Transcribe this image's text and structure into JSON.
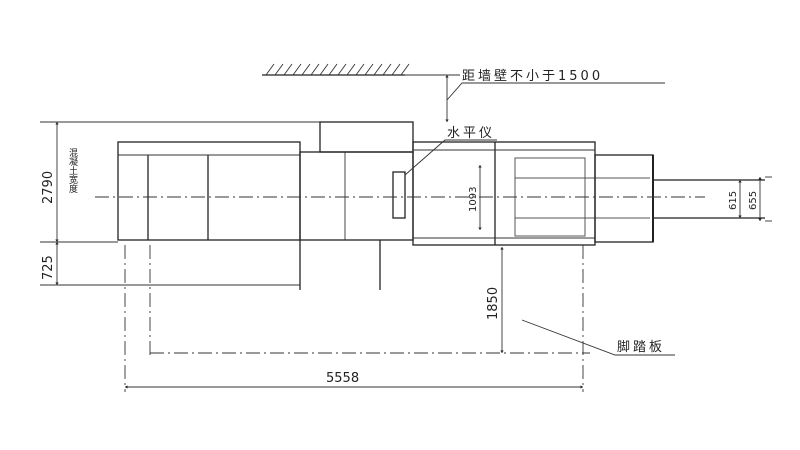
{
  "labels": {
    "wall_distance": "距墙壁不小于1500",
    "level_gauge": "水平仪",
    "pedal": "脚踏板",
    "concrete_width": "混凝土宽度"
  },
  "dimensions": {
    "height_main": "2790",
    "height_lower": "725",
    "total_length": "5558",
    "pedal_distance": "1850",
    "inner_width": "1093",
    "rod_inner": "615",
    "rod_outer": "655"
  }
}
